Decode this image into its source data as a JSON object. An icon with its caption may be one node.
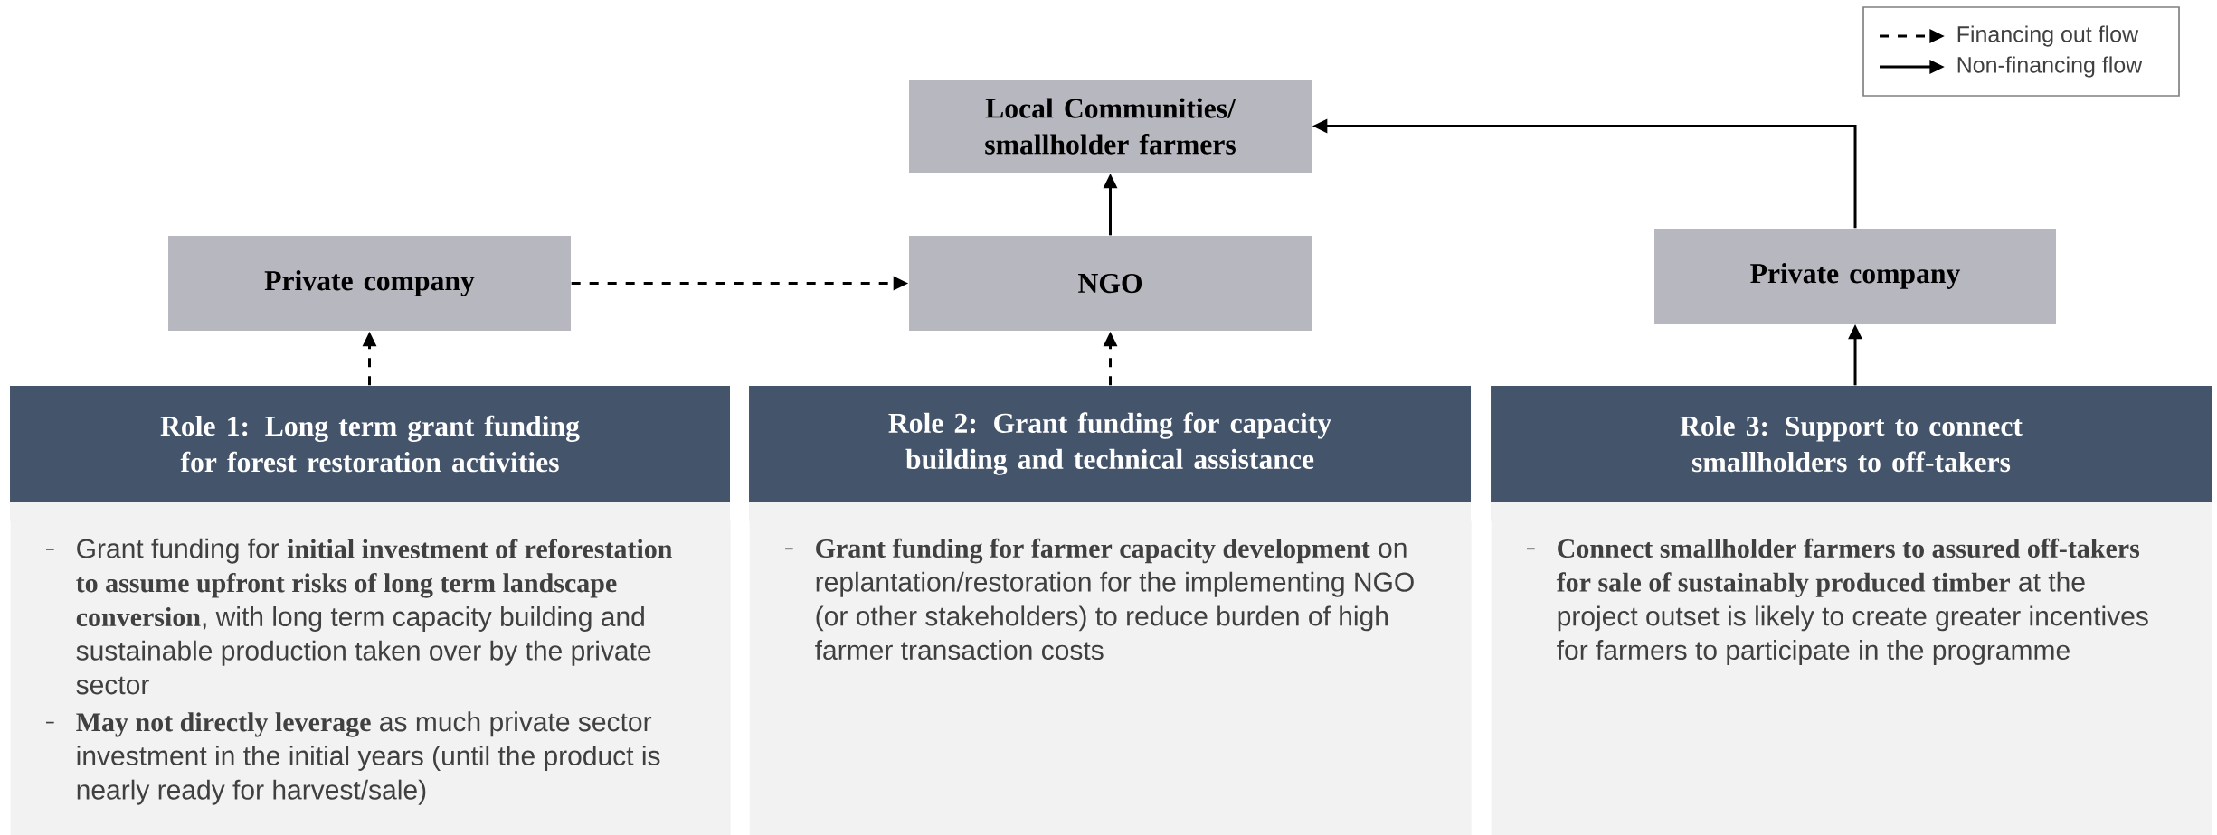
{
  "diagram": {
    "nodes": [
      {
        "text": [
          "Local Communities/ smallholder farmers"
        ]
      },
      {
        "text": [
          "Private company"
        ]
      },
      {
        "text": [
          "NGO"
        ]
      },
      {
        "text": [
          "Private company"
        ]
      },
      {
        "text": [
          "Role 1: Long term grant funding for forest restoration activities"
        ]
      },
      {
        "text": [
          "Role 2:  Grant funding for capacity building and technical assistance"
        ]
      },
      {
        "text": [
          "Role 3: Support to connect smallholders to off-takers"
        ]
      },
      {
        "text": [
          "Grant funding for **initial investment of reforestation to assume upfront risks of long term landscape conversion**, with long term capacity building and sustainable production taken over by the private sector",
          "**May not directly leverage** as much private sector investment in the initial years (until the product is nearly ready for harvest/sale)"
        ]
      },
      {
        "text": [
          "**Grant funding for farmer capacity development** on replantation/restoration for the implementing NGO (or other stakeholders) to reduce burden of high farmer transaction costs"
        ]
      },
      {
        "text": [
          "**Connect smallholder farmers to assured off-takers for sale of sustainably produced timber** at the project outset is likely to create greater incentives for farmers to participate in the programme"
        ]
      }
    ],
    "edges": [
      {
        "from": 1,
        "to": 2,
        "arrow": "to",
        "style": "dashed"
      },
      {
        "from": 2,
        "to": 0,
        "arrow": "to"
      },
      {
        "from": 3,
        "to": 0,
        "arrow": "to"
      },
      {
        "from": 4,
        "to": 1,
        "arrow": "to",
        "style": "dashed"
      },
      {
        "from": 5,
        "to": 2,
        "arrow": "to",
        "style": "dashed"
      },
      {
        "from": 6,
        "to": 3,
        "arrow": "to"
      }
    ],
    "legend": [
      {
        "text": "Financing out flow"
      },
      {
        "text": "Non-financing flow"
      }
    ]
  }
}
